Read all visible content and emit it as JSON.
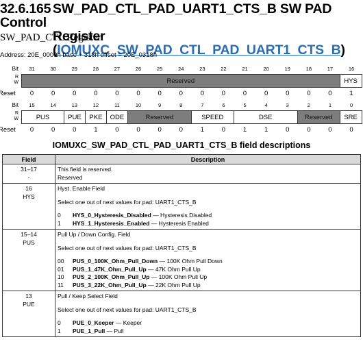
{
  "heading": {
    "number": "32.6.165",
    "line1": "SW_PAD_CTL_PAD_UART1_CTS_B SW PAD Control",
    "line2_prefix": "Register (",
    "line2_link": "IOMUXC_SW_PAD_CTL_PAD_UART1_CTS_B",
    "line2_suffix": ")"
  },
  "subtitle": "SW_PAD_CTL Register",
  "address": "Address: 20E_0000h base + 318h offset = 20E_0318h",
  "register": {
    "bit_label": "Bit",
    "r_label": "R",
    "w_label": "W",
    "reset_label": "Reset",
    "upper": {
      "bits": [
        "31",
        "30",
        "29",
        "28",
        "27",
        "26",
        "25",
        "24",
        "23",
        "22",
        "21",
        "20",
        "19",
        "18",
        "17",
        "16"
      ],
      "fields": [
        {
          "name": "Reserved",
          "span": 15,
          "reserved": true
        },
        {
          "name": "HYS",
          "span": 1,
          "reserved": false
        }
      ],
      "reset": [
        "0",
        "0",
        "0",
        "0",
        "0",
        "0",
        "0",
        "0",
        "0",
        "0",
        "0",
        "0",
        "0",
        "0",
        "0",
        "1"
      ]
    },
    "lower": {
      "bits": [
        "15",
        "14",
        "13",
        "12",
        "11",
        "10",
        "9",
        "8",
        "7",
        "6",
        "5",
        "4",
        "3",
        "2",
        "1",
        "0"
      ],
      "fields": [
        {
          "name": "PUS",
          "span": 2,
          "reserved": false
        },
        {
          "name": "PUE",
          "span": 1,
          "reserved": false
        },
        {
          "name": "PKE",
          "span": 1,
          "reserved": false
        },
        {
          "name": "ODE",
          "span": 1,
          "reserved": false
        },
        {
          "name": "Reserved",
          "span": 3,
          "reserved": true
        },
        {
          "name": "SPEED",
          "span": 2,
          "reserved": false
        },
        {
          "name": "DSE",
          "span": 3,
          "reserved": false
        },
        {
          "name": "Reserved",
          "span": 2,
          "reserved": true
        },
        {
          "name": "SRE",
          "span": 1,
          "reserved": false
        }
      ],
      "reset": [
        "0",
        "0",
        "0",
        "1",
        "0",
        "0",
        "0",
        "0",
        "1",
        "0",
        "1",
        "1",
        "0",
        "0",
        "0",
        "0"
      ]
    }
  },
  "table": {
    "title": "IOMUXC_SW_PAD_CTL_PAD_UART1_CTS_B field descriptions",
    "header_field": "Field",
    "header_description": "Description",
    "rows": [
      {
        "bits": "31–17",
        "name": "-",
        "lines": [
          "This field is reserved.",
          "Reserved"
        ],
        "select": "",
        "options": []
      },
      {
        "bits": "16",
        "name": "HYS",
        "lines": [
          "Hyst. Enable Field"
        ],
        "select": "Select one out of next values for pad: UART1_CTS_B",
        "options": [
          {
            "code": "0",
            "name": "HYS_0_Hysteresis_Disabled",
            "desc": " — Hysteresis Disabled"
          },
          {
            "code": "1",
            "name": "HYS_1_Hysteresis_Enabled",
            "desc": " — Hysteresis Enabled"
          }
        ]
      },
      {
        "bits": "15–14",
        "name": "PUS",
        "lines": [
          "Pull Up / Down Config. Field"
        ],
        "select": "Select one out of next values for pad: UART1_CTS_B",
        "options": [
          {
            "code": "00",
            "name": "PUS_0_100K_Ohm_Pull_Down",
            "desc": " — 100K Ohm Pull Down"
          },
          {
            "code": "01",
            "name": "PUS_1_47K_Ohm_Pull_Up",
            "desc": " — 47K Ohm Pull Up"
          },
          {
            "code": "10",
            "name": "PUS_2_100K_Ohm_Pull_Up",
            "desc": " — 100K Ohm Pull Up"
          },
          {
            "code": "11",
            "name": "PUS_3_22K_Ohm_Pull_Up",
            "desc": " — 22K Ohm Pull Up"
          }
        ]
      },
      {
        "bits": "13",
        "name": "PUE",
        "lines": [
          "Pull / Keep Select Field"
        ],
        "select": "Select one out of next values for pad: UART1_CTS_B",
        "options": [
          {
            "code": "0",
            "name": "PUE_0_Keeper",
            "desc": " — Keeper"
          },
          {
            "code": "1",
            "name": "PUE_1_Pull",
            "desc": " — Pull"
          }
        ]
      }
    ]
  }
}
